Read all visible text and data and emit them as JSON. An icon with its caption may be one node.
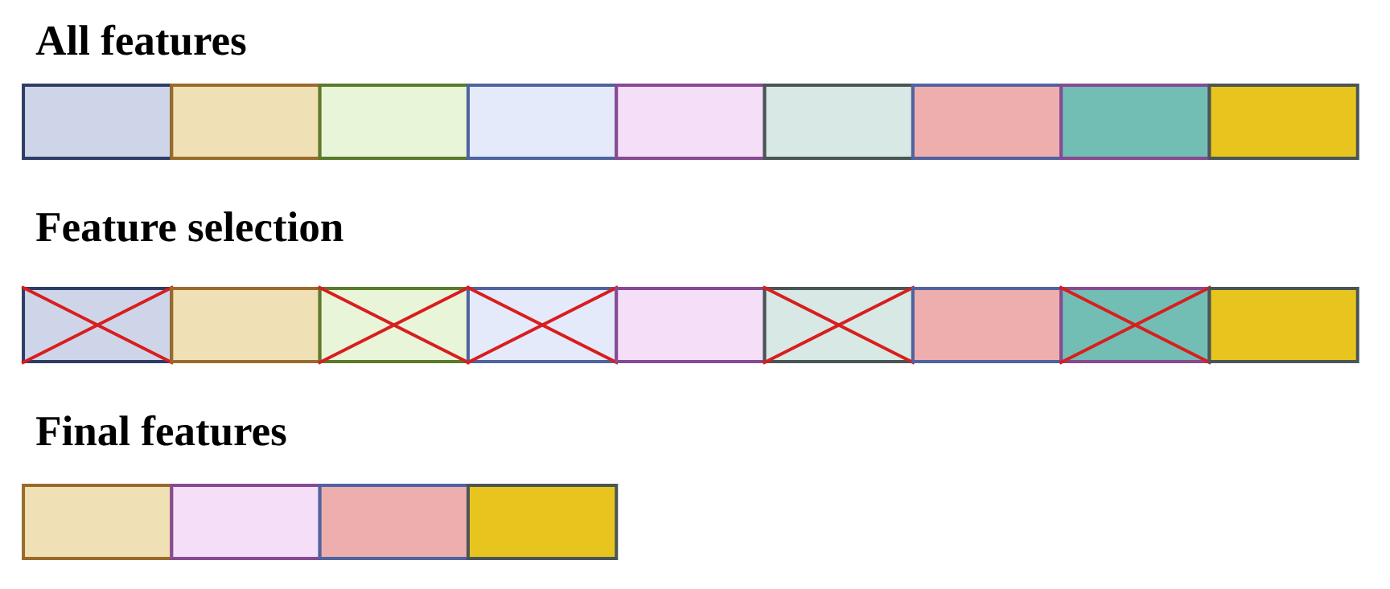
{
  "diagram": {
    "nodes": [
      {
        "text": [],
        "shape": "box"
      },
      {
        "text": [],
        "shape": "box"
      },
      {
        "text": [],
        "shape": "box"
      },
      {
        "text": [],
        "shape": "box"
      },
      {
        "text": [],
        "shape": "box"
      },
      {
        "text": [],
        "shape": "box"
      },
      {
        "text": [],
        "shape": "box"
      },
      {
        "text": [],
        "shape": "box"
      },
      {
        "text": [],
        "shape": "box"
      },
      {
        "text": [],
        "shape": "box"
      },
      {
        "text": [],
        "shape": "box"
      },
      {
        "text": [],
        "shape": "box"
      },
      {
        "text": [],
        "shape": "box"
      },
      {
        "text": [],
        "shape": "box"
      },
      {
        "text": [],
        "shape": "box"
      },
      {
        "text": [],
        "shape": "box"
      },
      {
        "text": [],
        "shape": "box"
      },
      {
        "text": [],
        "shape": "box"
      },
      {
        "text": [],
        "shape": "box"
      },
      {
        "text": [],
        "shape": "box"
      },
      {
        "text": [],
        "shape": "box"
      },
      {
        "text": [],
        "shape": "box"
      }
    ],
    "labels": [
      "All features",
      "Feature selection",
      "Final features"
    ]
  }
}
